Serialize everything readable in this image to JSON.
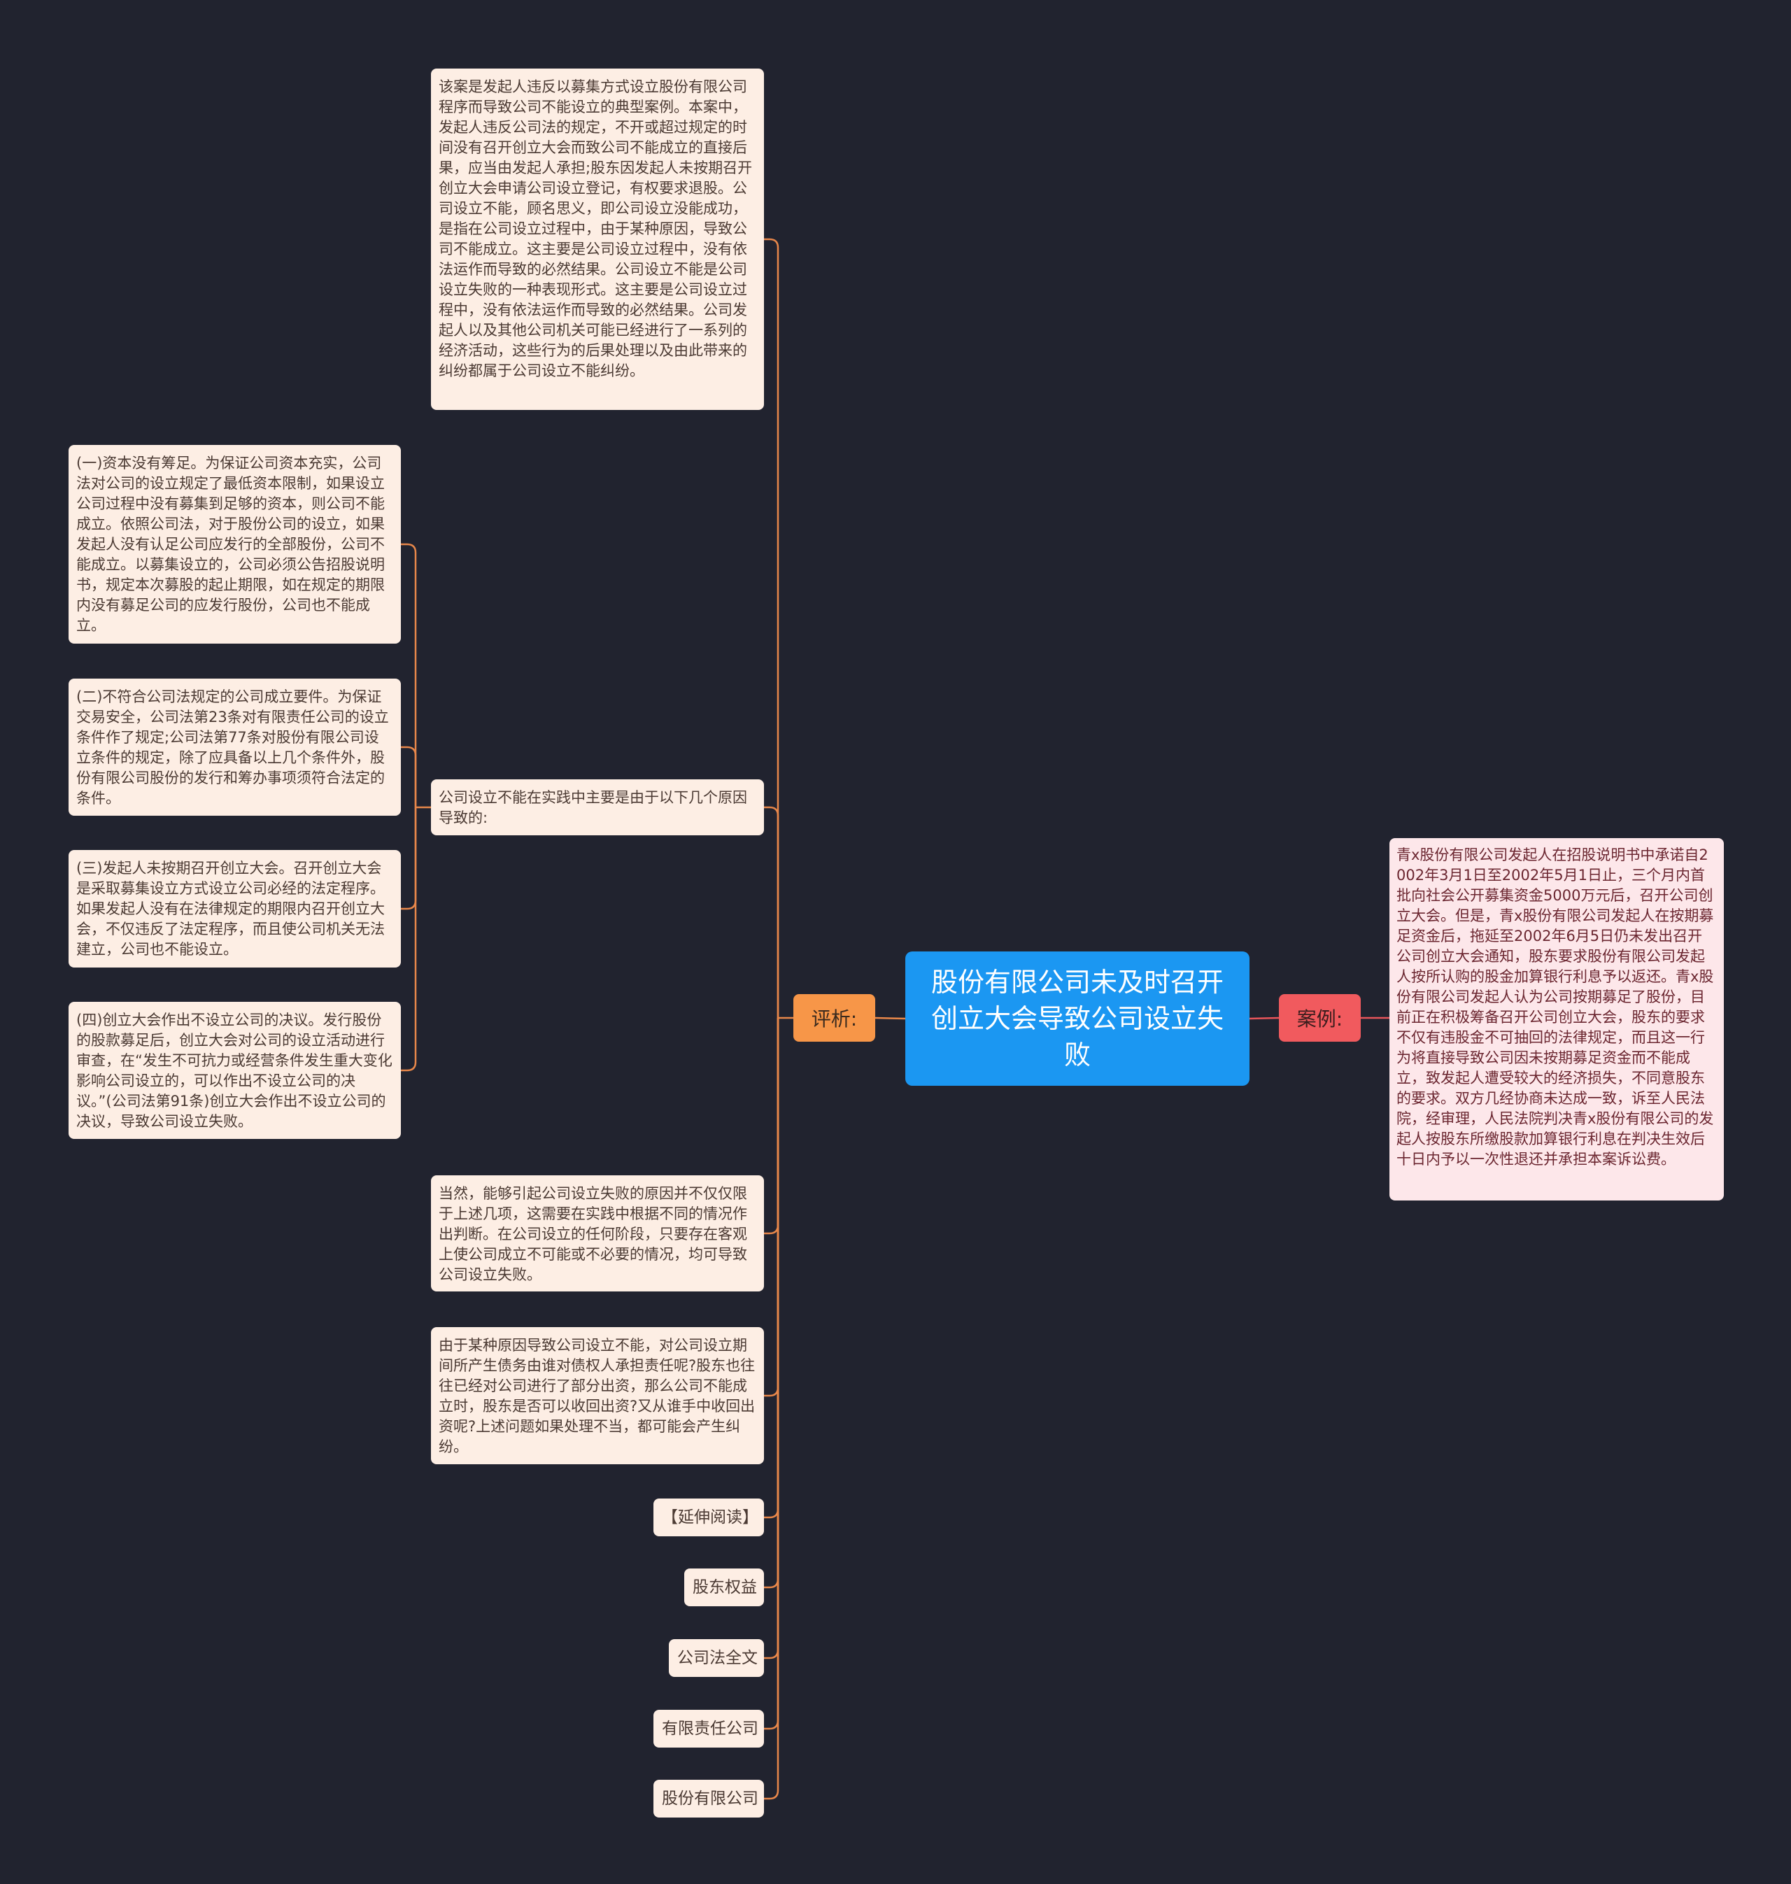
{
  "root": {
    "title": "股份有限公司未及时召开创立大会导致公司设立失败"
  },
  "left_branch": {
    "label": "评析:"
  },
  "right_branch": {
    "label": "案例:"
  },
  "analysis": {
    "intro": "该案是发起人违反以募集方式设立股份有限公司程序而导致公司不能设立的典型案例。本案中，发起人违反公司法的规定，不开或超过规定的时间没有召开创立大会而致公司不能成立的直接后果，应当由发起人承担;股东因发起人未按期召开创立大会申请公司设立登记，有权要求退股。公司设立不能，顾名思义，即公司设立没能成功，是指在公司设立过程中，由于某种原因，导致公司不能成立。这主要是公司设立过程中，没有依法运作而导致的必然结果。公司设立不能是公司设立失败的一种表现形式。这主要是公司设立过程中，没有依法运作而导致的必然结果。公司发起人以及其他公司机关可能已经进行了一系列的经济活动，这些行为的后果处理以及由此带来的纠纷都属于公司设立不能纠纷。",
    "reasons_heading": "公司设立不能在实践中主要是由于以下几个原因导致的:",
    "reasons": [
      "(一)资本没有筹足。为保证公司资本充实，公司法对公司的设立规定了最低资本限制，如果设立公司过程中没有募集到足够的资本，则公司不能成立。依照公司法，对于股份公司的设立，如果发起人没有认足公司应发行的全部股份，公司不能成立。以募集设立的，公司必须公告招股说明书，规定本次募股的起止期限，如在规定的期限内没有募足公司的应发行股份，公司也不能成立。",
      "(二)不符合公司法规定的公司成立要件。为保证交易安全，公司法第23条对有限责任公司的设立条件作了规定;公司法第77条对股份有限公司设立条件的规定，除了应具备以上几个条件外，股份有限公司股份的发行和筹办事项须符合法定的条件。",
      "(三)发起人未按期召开创立大会。召开创立大会是采取募集设立方式设立公司必经的法定程序。如果发起人没有在法律规定的期限内召开创立大会，不仅违反了法定程序，而且使公司机关无法建立，公司也不能设立。",
      "(四)创立大会作出不设立公司的决议。发行股份的股款募足后，创立大会对公司的设立活动进行审查，在“发生不可抗力或经营条件发生重大变化影响公司设立的，可以作出不设立公司的决议。”(公司法第91条)创立大会作出不设立公司的决议，导致公司设立失败。"
    ],
    "other_causes": "当然，能够引起公司设立失败的原因并不仅仅限于上述几项，这需要在实践中根据不同的情况作出判断。在公司设立的任何阶段，只要存在客观上使公司成立不可能或不必要的情况，均可导致公司设立失败。",
    "liability_question": "由于某种原因导致公司设立不能，对公司设立期间所产生债务由谁对债权人承担责任呢?股东也往往已经对公司进行了部分出资，那么公司不能成立时，股东是否可以收回出资?又从谁手中收回出资呢?上述问题如果处理不当，都可能会产生纠纷。",
    "tags": [
      "【延伸阅读】",
      "股东权益",
      "公司法全文",
      "有限责任公司",
      "股份有限公司"
    ]
  },
  "case": {
    "text": "青x股份有限公司发起人在招股说明书中承诺自2002年3月1日至2002年5月1日止，三个月内首批向社会公开募集资金5000万元后，召开公司创立大会。但是，青x股份有限公司发起人在按期募足资金后，拖延至2002年6月5日仍未发出召开公司创立大会通知，股东要求股份有限公司发起人按所认购的股金加算银行利息予以返还。青x股份有限公司发起人认为公司按期募足了股份，目前正在积极筹备召开公司创立大会，股东的要求不仅有违股金不可抽回的法律规定，而且这一行为将直接导致公司因未按期募足资金而不能成立，致发起人遭受较大的经济损失，不同意股东的要求。双方几经协商未达成一致，诉至人民法院，经审理，人民法院判决青x股份有限公司的发起人按股东所缴股款加算银行利息在判决生效后十日内予以一次性退还并承担本案诉讼费。"
  },
  "colors": {
    "background": "#21232f",
    "root": "#1b97f2",
    "left_branch": "#f79648",
    "right_branch": "#f15a5e",
    "leaf": "#fdeee4",
    "case": "#fde7ea",
    "left_line": "#e8874a",
    "right_line": "#e8555a"
  }
}
